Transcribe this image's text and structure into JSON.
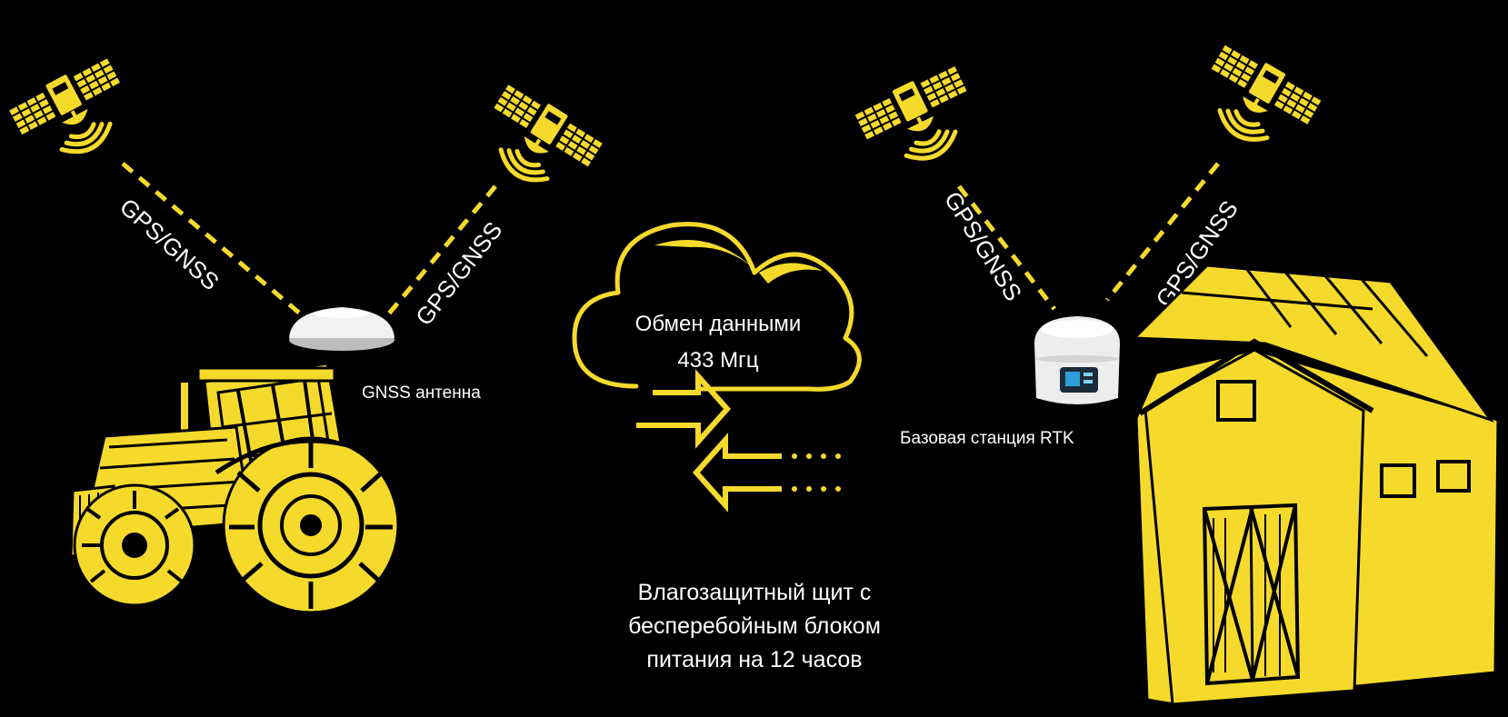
{
  "colors": {
    "background": "#000000",
    "accent": "#F5DA2C",
    "text": "#FFFFFF",
    "device": "#F1F1F1"
  },
  "left": {
    "link_label_1": "GPS/GNSS",
    "link_label_2": "GPS/GNSS",
    "antenna_label": "GNSS антенна"
  },
  "center": {
    "cloud_line_1": "Обмен данными",
    "cloud_line_2": "433 Мгц",
    "caption": [
      "Влагозащитный щит с",
      "бесперебойным блоком",
      "питания на 12 часов"
    ]
  },
  "right": {
    "link_label_1": "GPS/GNSS",
    "link_label_2": "GPS/GNSS",
    "base_label": "Базовая станция RTK"
  },
  "icons": [
    "satellite-icon",
    "gnss-antenna",
    "tractor",
    "cloud",
    "data-arrows",
    "rtk-base-station",
    "barn"
  ]
}
